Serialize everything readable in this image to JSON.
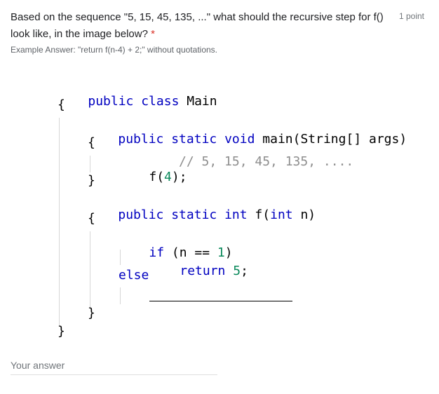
{
  "question": {
    "text": "Based on the sequence \"5, 15, 45, 135, ...\" what should the recursive step for f() look like, in the image below?",
    "required_marker": "*",
    "points": "1 point",
    "hint": "Example Answer: \"return f(n-4) + 2;\" without quotations."
  },
  "code": {
    "line1": [
      "public class",
      " Main"
    ],
    "line2": "{",
    "line3": [
      "public static void",
      " main(String[] args)"
    ],
    "line4": "{",
    "line5": [
      "f(",
      "4",
      ");",
      "// 5, 15, 45, 135, ...."
    ],
    "line6": "}",
    "line7": [
      "public static int",
      " f(",
      "int",
      " n)"
    ],
    "line8": "{",
    "line9": [
      "if",
      " (n == ",
      "1",
      ")"
    ],
    "line10": [
      "return",
      " ",
      "5",
      ";"
    ],
    "line11": "else",
    "line12": "}",
    "line13": "}"
  },
  "answer": {
    "placeholder": "Your answer",
    "value": ""
  }
}
